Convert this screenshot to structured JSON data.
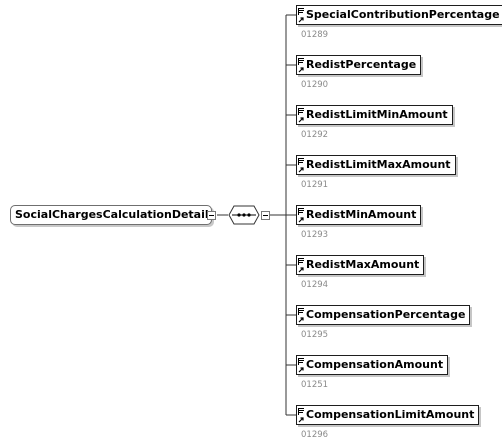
{
  "parent": {
    "label": "SocialChargesCalculationDetails..."
  },
  "sequence": {
    "icon": "sequence-compositor-icon"
  },
  "children": [
    {
      "label": "SpecialContributionPercentage",
      "code": "01289"
    },
    {
      "label": "RedistPercentage",
      "code": "01290"
    },
    {
      "label": "RedistLimitMinAmount",
      "code": "01292"
    },
    {
      "label": "RedistLimitMaxAmount",
      "code": "01291"
    },
    {
      "label": "RedistMinAmount",
      "code": "01293"
    },
    {
      "label": "RedistMaxAmount",
      "code": "01294"
    },
    {
      "label": "CompensationPercentage",
      "code": "01295"
    },
    {
      "label": "CompensationAmount",
      "code": "01251"
    },
    {
      "label": "CompensationLimitAmount",
      "code": "01296"
    }
  ]
}
